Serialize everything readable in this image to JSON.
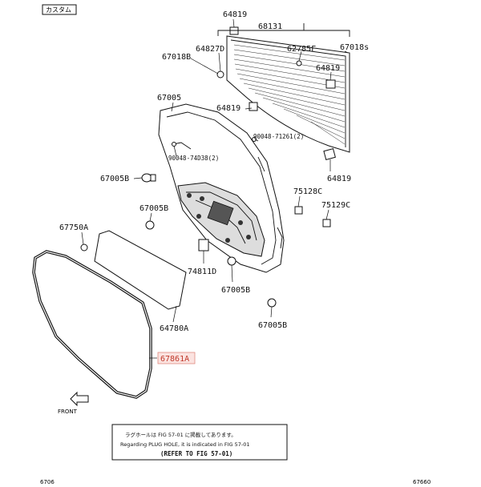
{
  "header": {
    "tag": "カスタム"
  },
  "labels": {
    "p64819_top": "64819",
    "p68131": "68131",
    "p64827d": "64827D",
    "p62785f": "62785F",
    "p67018s": "67018s",
    "p67018b": "67018B",
    "p64819_r": "64819",
    "p64819_mid": "64819",
    "p67005_top": "67005",
    "p90048_a": "90048-71261(2)",
    "p90048_b": "90048-74D38(2)",
    "p64819_low": "64819",
    "p67005b_l": "67005B",
    "p75128c": "75128C",
    "p67005b_m": "67005B",
    "p75129c": "75129C",
    "p67750a": "67750A",
    "p74811d": "74811D",
    "p67005b_b": "67005B",
    "p67005b_br": "67005B",
    "p64780a": "64780A",
    "p67861a": "67861A"
  },
  "front_label": "FRONT",
  "note": {
    "line1": "ラグホールは FIG 57-01 に掲載してあります。",
    "line2": "Regarding PLUG HOLE, it is indicated in FIG 57-01",
    "line3": "(REFER TO FIG 57-01)"
  },
  "footer": {
    "left": "6706",
    "right": "67660"
  },
  "colors": {
    "highlight": "#c0392b",
    "ink": "#111111"
  }
}
